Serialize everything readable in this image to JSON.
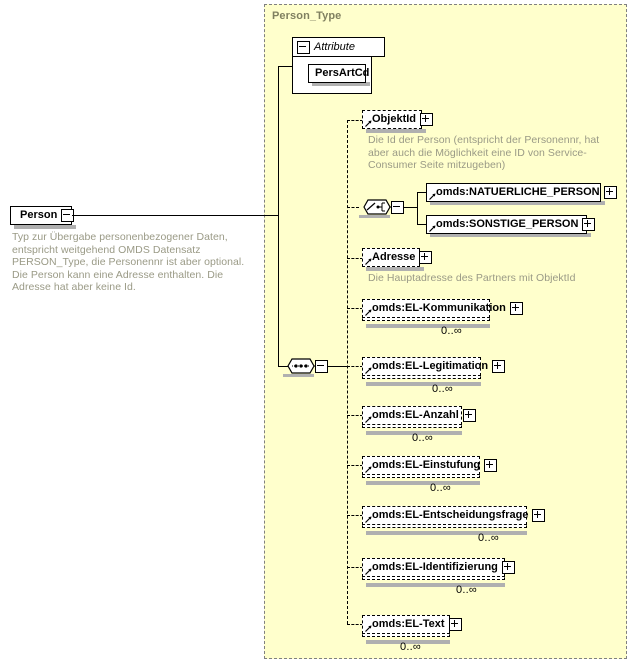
{
  "diagram": {
    "title": "Person_Type",
    "root": {
      "name": "Person",
      "control": "collapse-icon",
      "description": "Typ zur Übergabe personenbezogener Daten, entspricht weitgehend OMDS Datensatz PERSON_Type, die Personennr ist aber optional. Die Person kann eine Adresse enthalten. Die Adresse hat aber keine Id."
    },
    "attribute_group": {
      "label": "Attribute",
      "control": "collapse-icon",
      "attributes": [
        {
          "name": "PersArtCd"
        }
      ]
    },
    "compositors": {
      "choice": {
        "icon": "choice-icon",
        "control": "collapse-icon"
      },
      "sequence": {
        "icon": "sequence-icon",
        "control": "collapse-icon"
      }
    },
    "elements": [
      {
        "name": "ObjektId",
        "control": "expand-icon",
        "optional": true,
        "repeating": false,
        "multiplicity": "",
        "description": "Die Id der Person (entspricht der Personennr, hat aber auch die Möglichkeit eine ID von Service-Consumer Seite mitzugeben)"
      },
      {
        "name": "omds:NATUERLICHE_PERSON",
        "control": "expand-icon",
        "optional": false,
        "repeating": false,
        "multiplicity": "",
        "description": ""
      },
      {
        "name": "omds:SONSTIGE_PERSON",
        "control": "expand-icon",
        "optional": false,
        "repeating": false,
        "multiplicity": "",
        "description": ""
      },
      {
        "name": "Adresse",
        "control": "expand-icon",
        "optional": true,
        "repeating": false,
        "multiplicity": "",
        "description": "Die Hauptadresse des Partners mit ObjektId"
      },
      {
        "name": "omds:EL-Kommunikation",
        "control": "expand-icon",
        "optional": true,
        "repeating": true,
        "multiplicity": "0..∞",
        "description": ""
      },
      {
        "name": "omds:EL-Legitimation",
        "control": "expand-icon",
        "optional": true,
        "repeating": true,
        "multiplicity": "0..∞",
        "description": ""
      },
      {
        "name": "omds:EL-Anzahl",
        "control": "expand-icon",
        "optional": true,
        "repeating": true,
        "multiplicity": "0..∞",
        "description": ""
      },
      {
        "name": "omds:EL-Einstufung",
        "control": "expand-icon",
        "optional": true,
        "repeating": true,
        "multiplicity": "0..∞",
        "description": ""
      },
      {
        "name": "omds:EL-Entscheidungsfrage",
        "control": "expand-icon",
        "optional": true,
        "repeating": true,
        "multiplicity": "0..∞",
        "description": ""
      },
      {
        "name": "omds:EL-Identifizierung",
        "control": "expand-icon",
        "optional": true,
        "repeating": true,
        "multiplicity": "0..∞",
        "description": ""
      },
      {
        "name": "omds:EL-Text",
        "control": "expand-icon",
        "optional": true,
        "repeating": true,
        "multiplicity": "0..∞",
        "description": ""
      }
    ],
    "colors": {
      "container_fill": "#ffffcc",
      "container_border": "#808080",
      "title_text": "#808060",
      "description_text": "#9a9a86",
      "node_fill": "#ffffff",
      "line": "#000000",
      "shadow": "#b0b0b0"
    }
  }
}
